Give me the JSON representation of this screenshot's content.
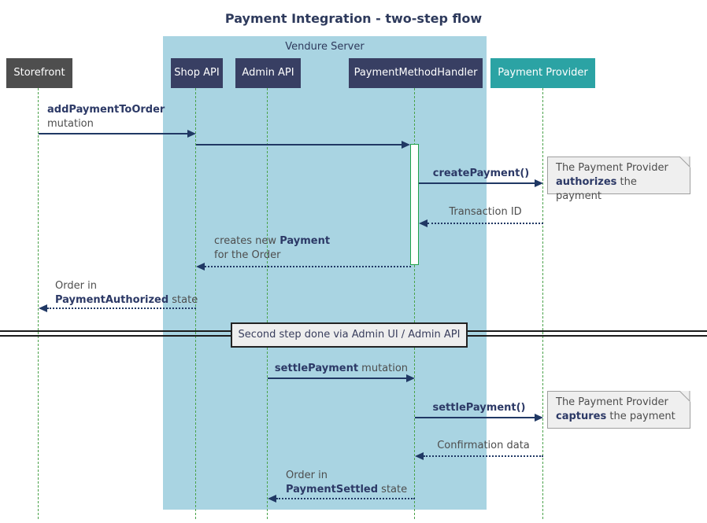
{
  "title": "Payment Integration - two-step flow",
  "frame": {
    "label": "Vendure Server"
  },
  "participants": [
    {
      "id": "storefront",
      "label": "Storefront"
    },
    {
      "id": "shop-api",
      "label": "Shop API"
    },
    {
      "id": "admin-api",
      "label": "Admin API"
    },
    {
      "id": "payment-method-handler",
      "label": "PaymentMethodHandler"
    },
    {
      "id": "payment-provider",
      "label": "Payment Provider"
    }
  ],
  "messages": {
    "add_payment": {
      "bold": "addPaymentToOrder",
      "plain": "mutation"
    },
    "create_payment": {
      "bold": "createPayment()"
    },
    "transaction_id": {
      "plain": "Transaction ID"
    },
    "creates_payment": {
      "plain1": "creates new ",
      "bold": "Payment",
      "line2": "for the Order"
    },
    "order_authorized": {
      "line1": "Order in",
      "bold": "PaymentAuthorized",
      "plain2": " state"
    },
    "settle_mutation": {
      "bold": "settlePayment",
      "plain": " mutation"
    },
    "settle_call": {
      "bold": "settlePayment()"
    },
    "confirmation": {
      "plain": "Confirmation data"
    },
    "order_settled": {
      "line1": "Order in",
      "bold": "PaymentSettled",
      "plain2": " state"
    }
  },
  "notes": {
    "authorize": {
      "line1": "The Payment Provider",
      "bold": "authorizes",
      "rest": " the payment"
    },
    "capture": {
      "line1": "The Payment Provider",
      "bold": "captures",
      "rest": " the payment"
    }
  },
  "divider": {
    "label": "Second step done via Admin UI / Admin API"
  },
  "colors": {
    "frame_background": "#a9d4e2",
    "server_participant": "#383f63",
    "external_participant": "#4e4e4e",
    "provider_participant": "#2ba3a4",
    "arrow": "#203864",
    "lifeline": "#4aa24a",
    "note_background": "#efefef"
  }
}
